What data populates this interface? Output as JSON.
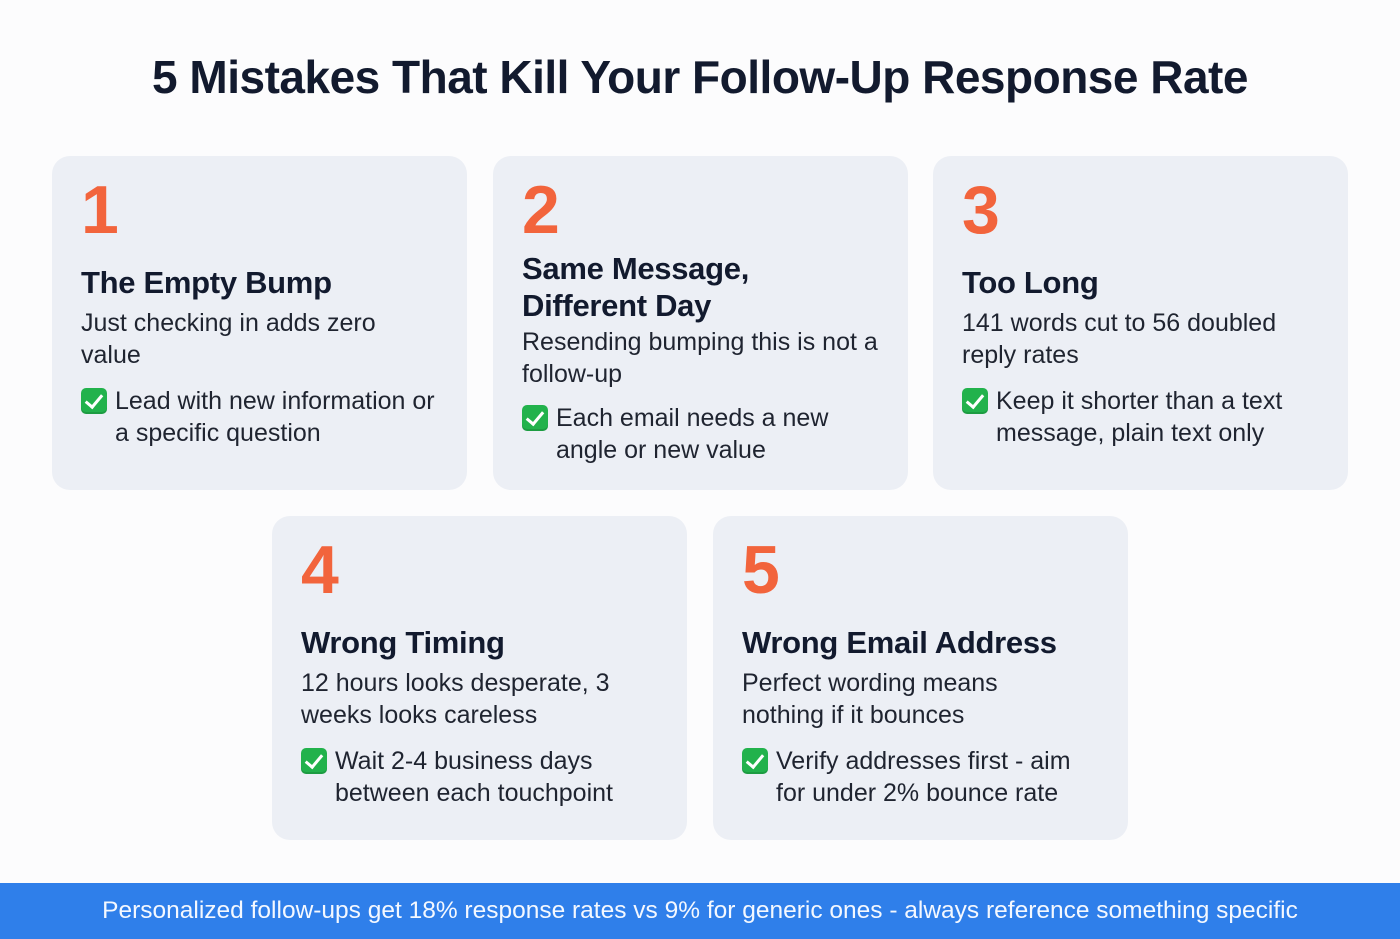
{
  "title": "5 Mistakes That Kill Your Follow-Up Response Rate",
  "colors": {
    "accent_number": "#f2643c",
    "card_bg": "#eceff5",
    "footer_bg": "#2f7fea",
    "check_green": "#22b24c"
  },
  "cards": [
    {
      "number": "1",
      "heading": "The Empty Bump",
      "description": "Just checking in adds zero value",
      "tip_icon": "check-mark-button-icon",
      "tip": "Lead with new information or a specific question"
    },
    {
      "number": "2",
      "heading": "Same Message, Different Day",
      "description": "Resending bumping this is not a follow-up",
      "tip_icon": "check-mark-button-icon",
      "tip": "Each email needs a new angle or new value"
    },
    {
      "number": "3",
      "heading": "Too Long",
      "description": "141 words cut to 56 doubled reply rates",
      "tip_icon": "check-mark-button-icon",
      "tip": "Keep it shorter than a text message, plain text only"
    },
    {
      "number": "4",
      "heading": "Wrong Timing",
      "description": "12 hours looks desperate, 3 weeks looks careless",
      "tip_icon": "check-mark-button-icon",
      "tip": "Wait 2-4 business days between each touchpoint"
    },
    {
      "number": "5",
      "heading": "Wrong Email Address",
      "description": "Perfect wording means nothing if it bounces",
      "tip_icon": "check-mark-button-icon",
      "tip": "Verify addresses first - aim for under 2% bounce rate"
    }
  ],
  "footer": {
    "text": "Personalized follow-ups get 18% response rates vs 9% for generic ones - always reference something specific"
  }
}
